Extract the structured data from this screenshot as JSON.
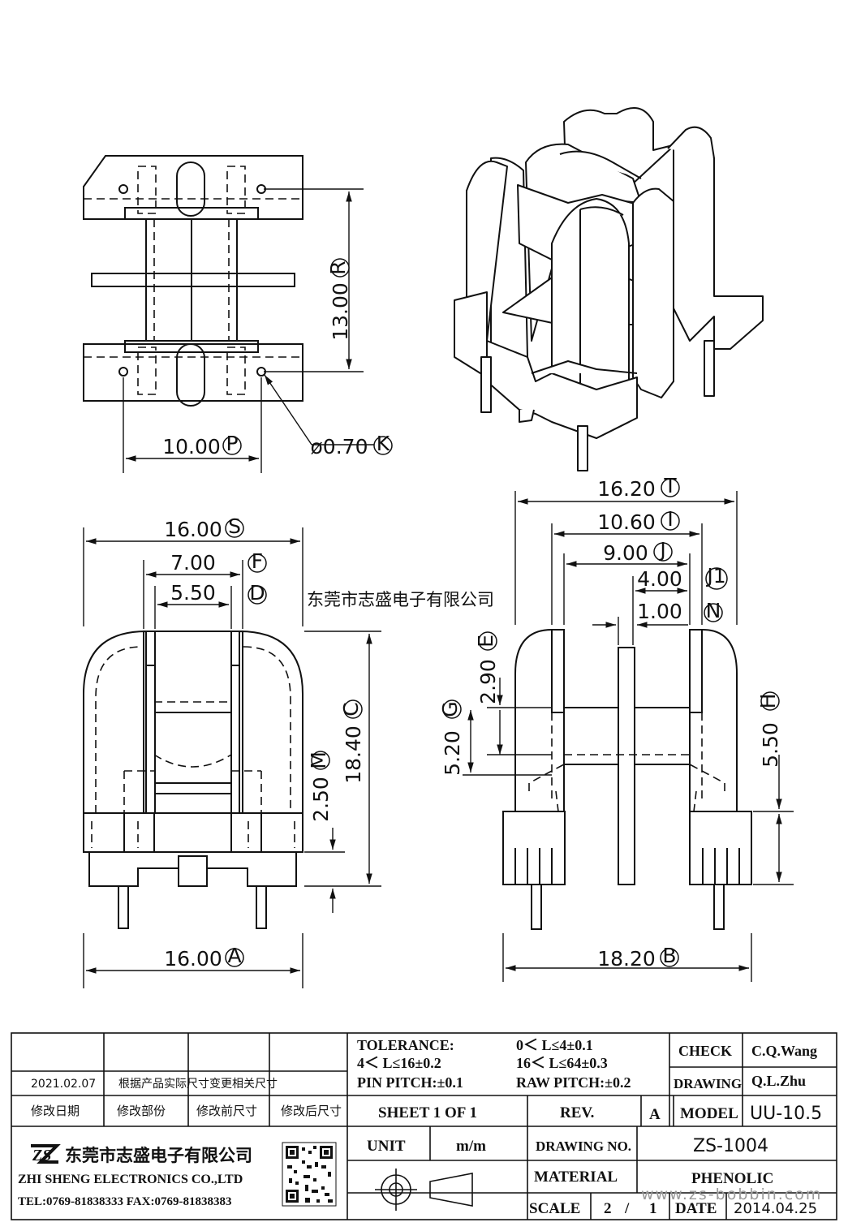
{
  "watermark_top": "东莞市志盛电子有限公司",
  "watermark_bottom": "www.zs-bobbin.com",
  "dims": {
    "r": "13.00",
    "r_tag": "R",
    "p": "10.00",
    "p_tag": "P",
    "k": "ø0.70",
    "k_tag": "K",
    "s": "16.00",
    "s_tag": "S",
    "f": "7.00",
    "f_tag": "F",
    "d": "5.50",
    "d_tag": "D",
    "c": "18.40",
    "c_tag": "C",
    "m": "2.50",
    "m_tag": "M",
    "a": "16.00",
    "a_tag": "A",
    "t": "16.20",
    "t_tag": "T",
    "i": "10.60",
    "i_tag": "I",
    "j": "9.00",
    "j_tag": "J",
    "j1": "4.00",
    "j1_tag": "J1",
    "n": "1.00",
    "n_tag": "N",
    "e": "2.90",
    "e_tag": "E",
    "g": "5.20",
    "g_tag": "G",
    "h": "5.50",
    "h_tag": "H",
    "b": "18.20",
    "b_tag": "B"
  },
  "title_block": {
    "revision_date": "2021.02.07",
    "revision_note": "根据产品实际尺寸变更相关尺寸",
    "headers": [
      "修改日期",
      "修改部份",
      "修改前尺寸",
      "修改后尺寸"
    ],
    "company_cn": "东莞市志盛电子有限公司",
    "company_en": "ZHI SHENG ELECTRONICS CO.,LTD",
    "contact": "TEL:0769-81838333 FAX:0769-81838383",
    "logo": "ZS",
    "tolerance_label": "TOLERANCE:",
    "tol_1": "0＜ L≤4±0.1",
    "tol_2": "4＜ L≤16±0.2",
    "tol_3": "16＜ L≤64±0.3",
    "pin_pitch": "PIN PITCH:±0.1",
    "raw_pitch": "RAW PITCH:±0.2",
    "check_label": "CHECK",
    "check_value": "C.Q.Wang",
    "drawing_label": "DRAWING",
    "drawing_value": "Q.L.Zhu",
    "sheet": "SHEET 1 OF 1",
    "rev_label": "REV.",
    "rev_value": "A",
    "model_label": "MODEL",
    "model_value": "UU-10.5",
    "unit_label": "UNIT",
    "unit_value": "m/m",
    "drawing_no_label": "DRAWING NO.",
    "drawing_no_value": "ZS-1004",
    "material_label": "MATERIAL",
    "material_value": "PHENOLIC",
    "scale_label": "SCALE",
    "scale_a": "2",
    "scale_sep": "/",
    "scale_b": "1",
    "date_label": "DATE",
    "date_value": "2014.04.25"
  }
}
